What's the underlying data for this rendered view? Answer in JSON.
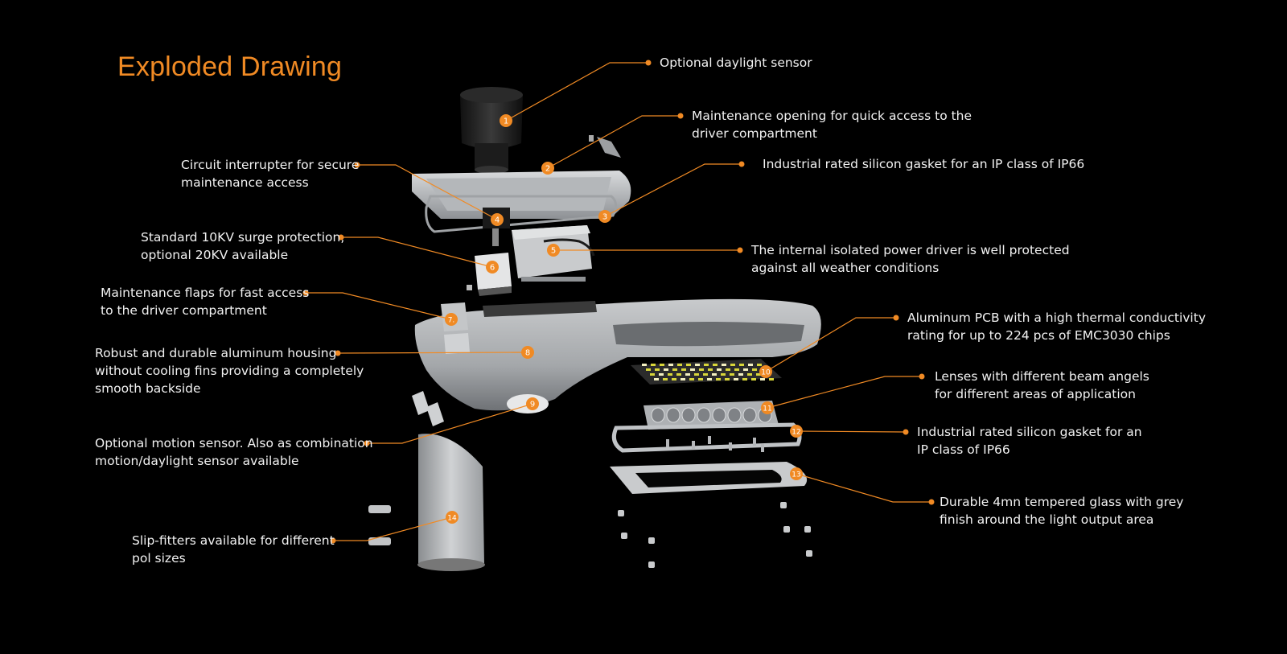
{
  "title": "Exploded Drawing",
  "colors": {
    "accent": "#f08a24",
    "background": "#000000",
    "text": "#f2f2f2",
    "metal": "#b9bcbf"
  },
  "callouts": [
    {
      "num": "1",
      "text": "Optional daylight sensor"
    },
    {
      "num": "2",
      "text": "Maintenance opening for quick access to the\ndriver compartment"
    },
    {
      "num": "3",
      "text": "Industrial rated silicon gasket for an IP class of  IP66"
    },
    {
      "num": "4",
      "text": "Circuit interrupter for secure\nmaintenance access"
    },
    {
      "num": "5",
      "text": "The internal isolated power driver is well protected\nagainst all weather conditions"
    },
    {
      "num": "6",
      "text": "Standard 10KV surge protection,\noptional 20KV available"
    },
    {
      "num": "7.",
      "text": "Maintenance flaps for fast access\nto the driver compartment"
    },
    {
      "num": "8",
      "text": "Robust and durable aluminum housing\nwithout cooling fins providing a completely\nsmooth backside"
    },
    {
      "num": "9",
      "text": "Optional motion sensor. Also as combination\nmotion/daylight sensor available"
    },
    {
      "num": "10",
      "text": "Aluminum PCB with a high thermal conductivity\nrating for up to 224 pcs of EMC3030 chips"
    },
    {
      "num": "11",
      "text": "Lenses with different beam angels\nfor different areas of application"
    },
    {
      "num": "12",
      "text": "Industrial rated silicon gasket for an\nIP class of IP66"
    },
    {
      "num": "13",
      "text": "Durable 4mn tempered glass with grey\nfinish around the light output area"
    },
    {
      "num": "14",
      "text": "Slip-fitters available for different\npol sizes"
    }
  ]
}
